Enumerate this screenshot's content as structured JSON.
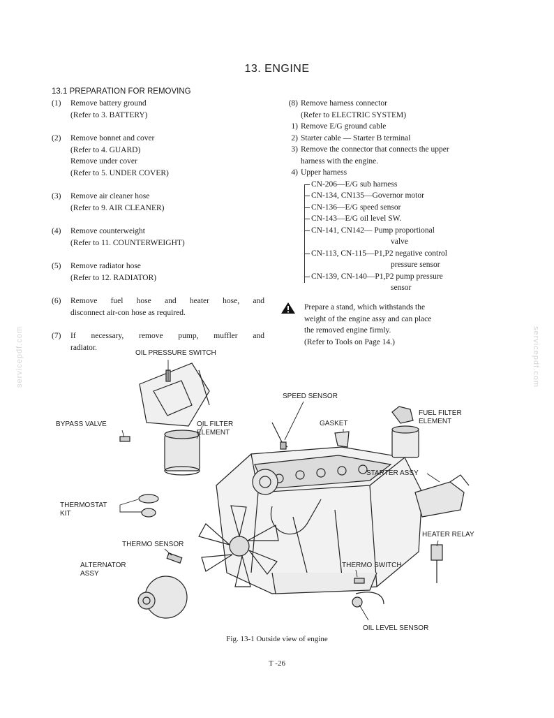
{
  "title": "13.  ENGINE",
  "section": "13.1  PREPARATION FOR REMOVING",
  "left_steps": [
    {
      "num": "(1)",
      "lines": [
        "Remove battery ground",
        "(Refer to 3. BATTERY)"
      ]
    },
    {
      "num": "(2)",
      "lines": [
        "Remove bonnet and cover",
        "(Refer to 4. GUARD)",
        "Remove under cover",
        "(Refer to 5. UNDER COVER)"
      ]
    },
    {
      "num": "(3)",
      "lines": [
        "Remove air cleaner hose",
        "(Refer to 9. AIR CLEANER)"
      ]
    },
    {
      "num": "(4)",
      "lines": [
        "Remove counterweight",
        "(Refer to 11. COUNTERWEIGHT)"
      ]
    },
    {
      "num": "(5)",
      "lines": [
        "Remove radiator hose",
        "(Refer to 12. RADIATOR)"
      ]
    },
    {
      "num": "(6)",
      "lines": [
        "Remove fuel hose and heater hose, and",
        "disconnect air-con hose as required."
      ]
    },
    {
      "num": "(7)",
      "lines": [
        "If necessary, remove pump, muffler and",
        "radiator."
      ]
    }
  ],
  "right_step": {
    "num": "(8)",
    "lines": [
      "Remove harness connector",
      "(Refer to ELECTRIC SYSTEM)"
    ]
  },
  "right_substeps": [
    {
      "num": "1)",
      "lines": [
        "Remove E/G ground cable"
      ]
    },
    {
      "num": "2)",
      "lines": [
        "Starter cable  —  Starter B terminal"
      ]
    },
    {
      "num": "3)",
      "lines": [
        "Remove the connector that connects the upper",
        "harness with the engine."
      ]
    },
    {
      "num": "4)",
      "lines": [
        "Upper harness"
      ]
    }
  ],
  "harness_tree": [
    {
      "text": "CN-206—E/G sub harness",
      "cont": ""
    },
    {
      "text": "CN-134, CN135—Governor motor",
      "cont": ""
    },
    {
      "text": "CN-136—E/G speed sensor",
      "cont": ""
    },
    {
      "text": "CN-143—E/G oil level SW.",
      "cont": ""
    },
    {
      "text": "CN-141, CN142—  Pump proportional",
      "cont": "valve"
    },
    {
      "text": "CN-113, CN-115—P1,P2 negative control",
      "cont": "pressure sensor"
    },
    {
      "text": "CN-139, CN-140—P1,P2 pump pressure",
      "cont": "sensor"
    }
  ],
  "warning": [
    "Prepare a stand, which withstands the",
    "weight of the engine assy and can place",
    "the removed engine firmly.",
    "(Refer to Tools on Page 14.)"
  ],
  "labels": {
    "oil_pressure_switch": "OIL PRESSURE SWITCH",
    "speed_sensor": "SPEED SENSOR",
    "fuel_filter_1": "FUEL FILTER",
    "fuel_filter_2": "ELEMENT",
    "bypass_valve": "BYPASS VALVE",
    "oil_filter_1": "OIL FILTER",
    "oil_filter_2": "ELEMENT",
    "gasket": "GASKET",
    "starter_assy": "STARTER ASSY",
    "thermostat_1": "THERMOSTAT",
    "thermostat_2": "KIT",
    "heater_relay": "HEATER RELAY",
    "thermo_sensor": "THERMO SENSOR",
    "alternator_1": "ALTERNATOR",
    "alternator_2": "ASSY",
    "thermo_switch": "THERMO SWITCH",
    "oil_level_sensor": "OIL LEVEL SENSOR"
  },
  "caption": "Fig. 13-1   Outside view of engine",
  "page_number": "T  -26",
  "watermark": "servicepdf.com"
}
